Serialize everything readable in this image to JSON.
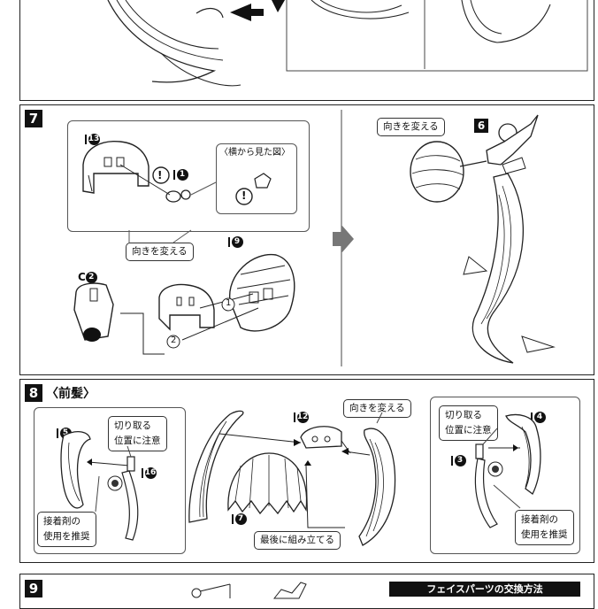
{
  "step7": {
    "number": "7",
    "inset_label": "〈横から見た図〉",
    "rotate_label_top": "向きを変える",
    "rotate_label_bottom": "向きを変える",
    "parts": {
      "p13": "13",
      "p1": "1",
      "p9": "9",
      "p6": "6",
      "c2_prefix": "C",
      "c2": "2"
    },
    "circle1": "1",
    "circle2": "2",
    "caution": "!"
  },
  "step8": {
    "number": "8",
    "title": "〈前髪〉",
    "cut_note_left": [
      "切り取る",
      "位置に注意"
    ],
    "cut_note_right": [
      "切り取る",
      "位置に注意"
    ],
    "glue_note_left": [
      "接着剤の",
      "使用を推奨"
    ],
    "glue_note_right": [
      "接着剤の",
      "使用を推奨"
    ],
    "rotate_label": "向きを変える",
    "final_label": "最後に組み立てる",
    "parts": {
      "p5": "5",
      "p16": "16",
      "p12": "12",
      "p7": "7",
      "p4": "4",
      "p3": "3"
    }
  },
  "step9": {
    "number": "9",
    "face_bar": "フェイスパーツの交換方法"
  }
}
